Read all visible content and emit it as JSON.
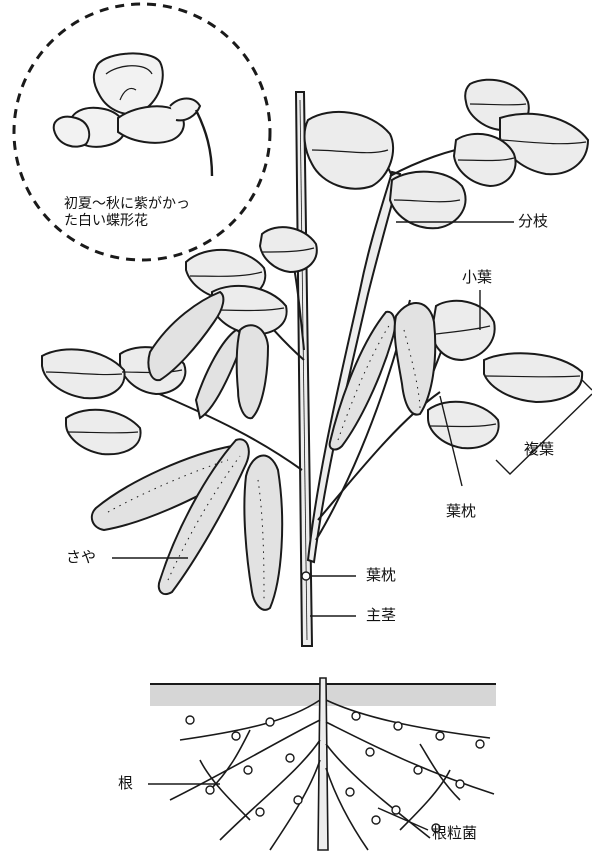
{
  "flower_inset": {
    "caption_line1": "初夏〜秋に紫がかっ",
    "caption_line2": "た白い蝶形花"
  },
  "labels": {
    "branch": "分枝",
    "leaflet": "小葉",
    "compound_leaf": "複葉",
    "pulvinus_upper": "葉枕",
    "pod": "さや",
    "pulvinus_lower": "葉枕",
    "main_stem": "主茎",
    "root": "根",
    "root_nodule_bacteria": "根粒菌"
  },
  "colors": {
    "line": "#1a1a1a",
    "fill_leaf": "#ececec",
    "fill_pod": "#e2e2e2",
    "soil": "#d6d6d6"
  }
}
